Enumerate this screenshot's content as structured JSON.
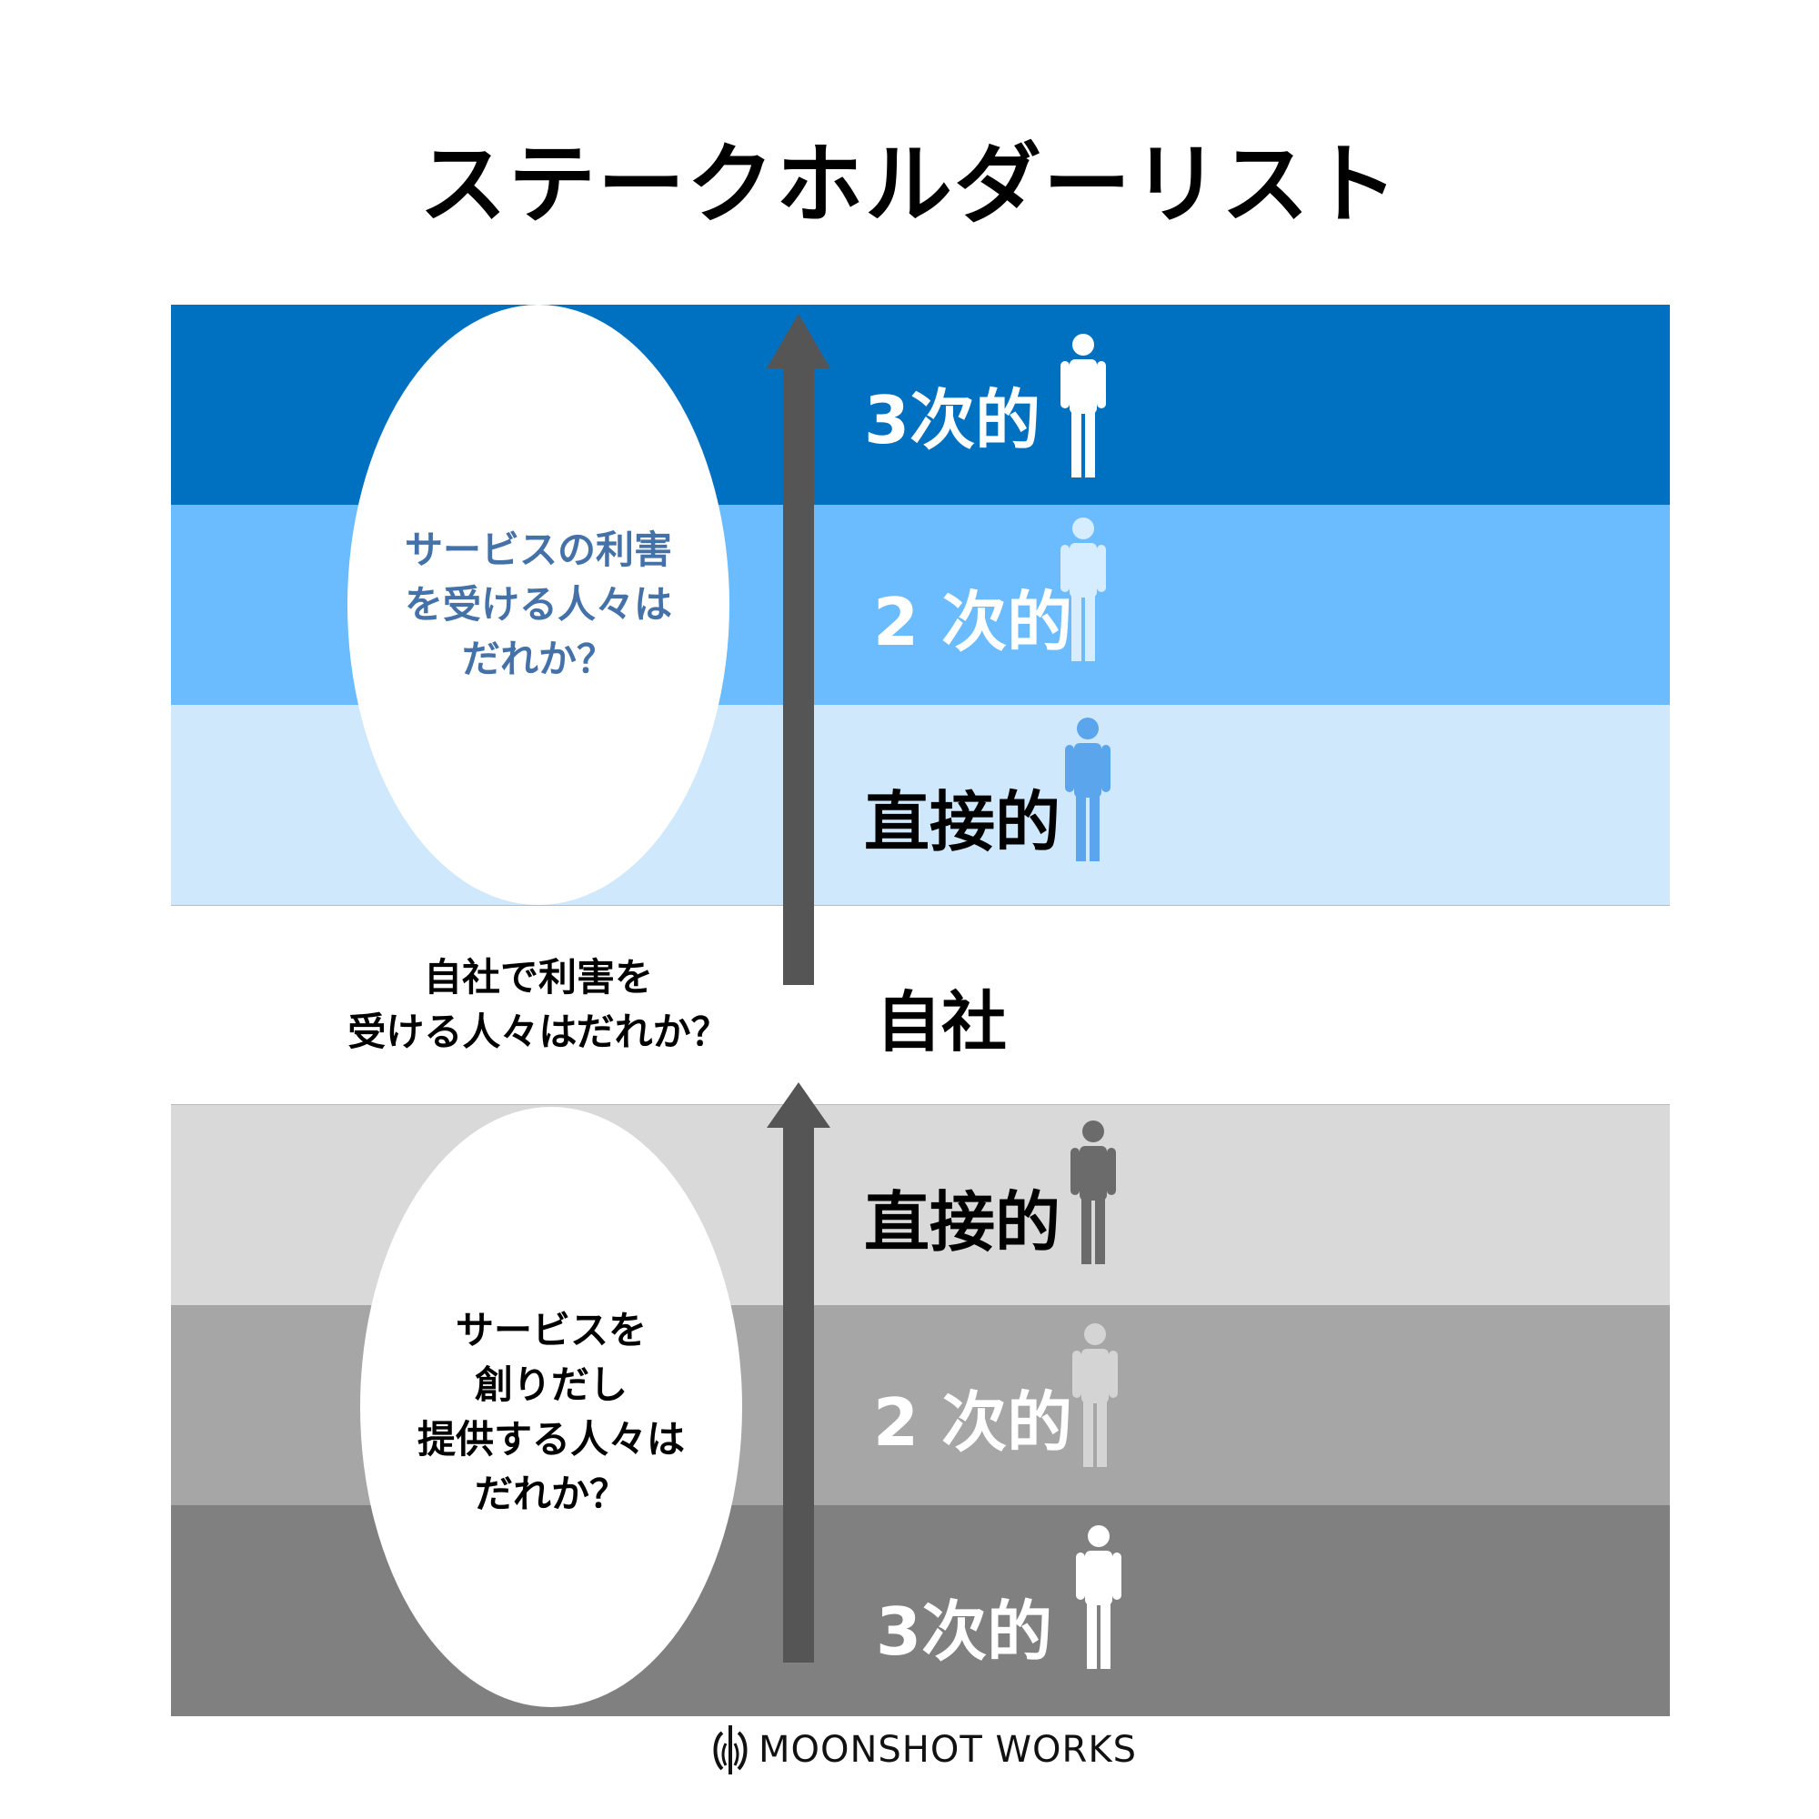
{
  "title": "ステークホルダーリスト",
  "bands": [
    {
      "label": "3次的",
      "color": "#0070c0",
      "label_color": "#ffffff",
      "person_color": "#ffffff"
    },
    {
      "label": "2 次的",
      "color": "#6bbcff",
      "label_color": "#ffffff",
      "person_color": "#d6ecff"
    },
    {
      "label": "直接的",
      "color": "#cfe8fc",
      "label_color": "#000000",
      "person_color": "#5aa5ec"
    },
    {
      "label": "自社",
      "color": "#ffffff",
      "label_color": "#000000"
    },
    {
      "label": "直接的",
      "color": "#d9d9d9",
      "label_color": "#000000",
      "person_color": "#6b6b6b"
    },
    {
      "label": "2 次的",
      "color": "#a6a6a6",
      "label_color": "#ffffff",
      "person_color": "#d4d4d4"
    },
    {
      "label": "3次的",
      "color": "#808080",
      "label_color": "#ffffff",
      "person_color": "#ffffff"
    }
  ],
  "benefit_bubble": {
    "lines": [
      "サービスの利害",
      "を受ける人々は",
      "だれか？"
    ],
    "text_color": "#4472a8"
  },
  "company_question": {
    "lines": [
      "自社で利害を",
      "受ける人々はだれか？"
    ]
  },
  "provider_bubble": {
    "lines": [
      "サービスを",
      "創りだし",
      "提供する人々は",
      "だれか？"
    ]
  },
  "arrow_color": "#555555",
  "logo": {
    "text": "MOONSHOT WORKS"
  }
}
